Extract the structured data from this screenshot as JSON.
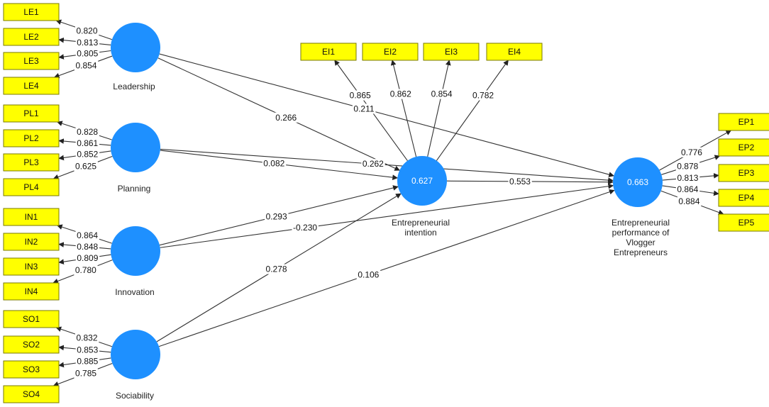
{
  "colors": {
    "indicator_fill": "#ffff00",
    "latent_fill": "#1e90ff",
    "edge": "#333333",
    "label_bg": "#ffffff"
  },
  "latents": [
    {
      "id": "LE",
      "label": [
        "Leadership"
      ],
      "value": ""
    },
    {
      "id": "PL",
      "label": [
        "Planning"
      ],
      "value": ""
    },
    {
      "id": "IN",
      "label": [
        "Innovation"
      ],
      "value": ""
    },
    {
      "id": "SO",
      "label": [
        "Sociability"
      ],
      "value": ""
    },
    {
      "id": "EI",
      "label": [
        "Entrepreneurial",
        "intention"
      ],
      "value": "0.627"
    },
    {
      "id": "EP",
      "label": [
        "Entrepreneurial",
        "performance of",
        "Vlogger",
        "Entrepreneurs"
      ],
      "value": "0.663"
    }
  ],
  "indicators": [
    {
      "id": "LE1",
      "latent": "LE",
      "loading": "0.820"
    },
    {
      "id": "LE2",
      "latent": "LE",
      "loading": "0.813"
    },
    {
      "id": "LE3",
      "latent": "LE",
      "loading": "0.805"
    },
    {
      "id": "LE4",
      "latent": "LE",
      "loading": "0.854"
    },
    {
      "id": "PL1",
      "latent": "PL",
      "loading": "0.828"
    },
    {
      "id": "PL2",
      "latent": "PL",
      "loading": "0.861"
    },
    {
      "id": "PL3",
      "latent": "PL",
      "loading": "0.852"
    },
    {
      "id": "PL4",
      "latent": "PL",
      "loading": "0.625"
    },
    {
      "id": "IN1",
      "latent": "IN",
      "loading": "0.864"
    },
    {
      "id": "IN2",
      "latent": "IN",
      "loading": "0.848"
    },
    {
      "id": "IN3",
      "latent": "IN",
      "loading": "0.809"
    },
    {
      "id": "IN4",
      "latent": "IN",
      "loading": "0.780"
    },
    {
      "id": "SO1",
      "latent": "SO",
      "loading": "0.832"
    },
    {
      "id": "SO2",
      "latent": "SO",
      "loading": "0.853"
    },
    {
      "id": "SO3",
      "latent": "SO",
      "loading": "0.885"
    },
    {
      "id": "SO4",
      "latent": "SO",
      "loading": "0.785"
    },
    {
      "id": "EI1",
      "latent": "EI",
      "loading": "0.865"
    },
    {
      "id": "EI2",
      "latent": "EI",
      "loading": "0.862"
    },
    {
      "id": "EI3",
      "latent": "EI",
      "loading": "0.854"
    },
    {
      "id": "EI4",
      "latent": "EI",
      "loading": "0.782"
    },
    {
      "id": "EP1",
      "latent": "EP",
      "loading": "0.776"
    },
    {
      "id": "EP2",
      "latent": "EP",
      "loading": "0.878"
    },
    {
      "id": "EP3",
      "latent": "EP",
      "loading": "0.813"
    },
    {
      "id": "EP4",
      "latent": "EP",
      "loading": "0.864"
    },
    {
      "id": "EP5",
      "latent": "EP",
      "loading": "0.884"
    }
  ],
  "paths": [
    {
      "from": "LE",
      "to": "EI",
      "coef": "0.266"
    },
    {
      "from": "LE",
      "to": "EP",
      "coef": "0.211"
    },
    {
      "from": "PL",
      "to": "EI",
      "coef": "0.082"
    },
    {
      "from": "PL",
      "to": "EP",
      "coef": "0.262"
    },
    {
      "from": "IN",
      "to": "EI",
      "coef": "0.293"
    },
    {
      "from": "IN",
      "to": "EP",
      "coef": "-0.230"
    },
    {
      "from": "SO",
      "to": "EI",
      "coef": "0.278"
    },
    {
      "from": "SO",
      "to": "EP",
      "coef": "0.106"
    },
    {
      "from": "EI",
      "to": "EP",
      "coef": "0.553"
    }
  ]
}
